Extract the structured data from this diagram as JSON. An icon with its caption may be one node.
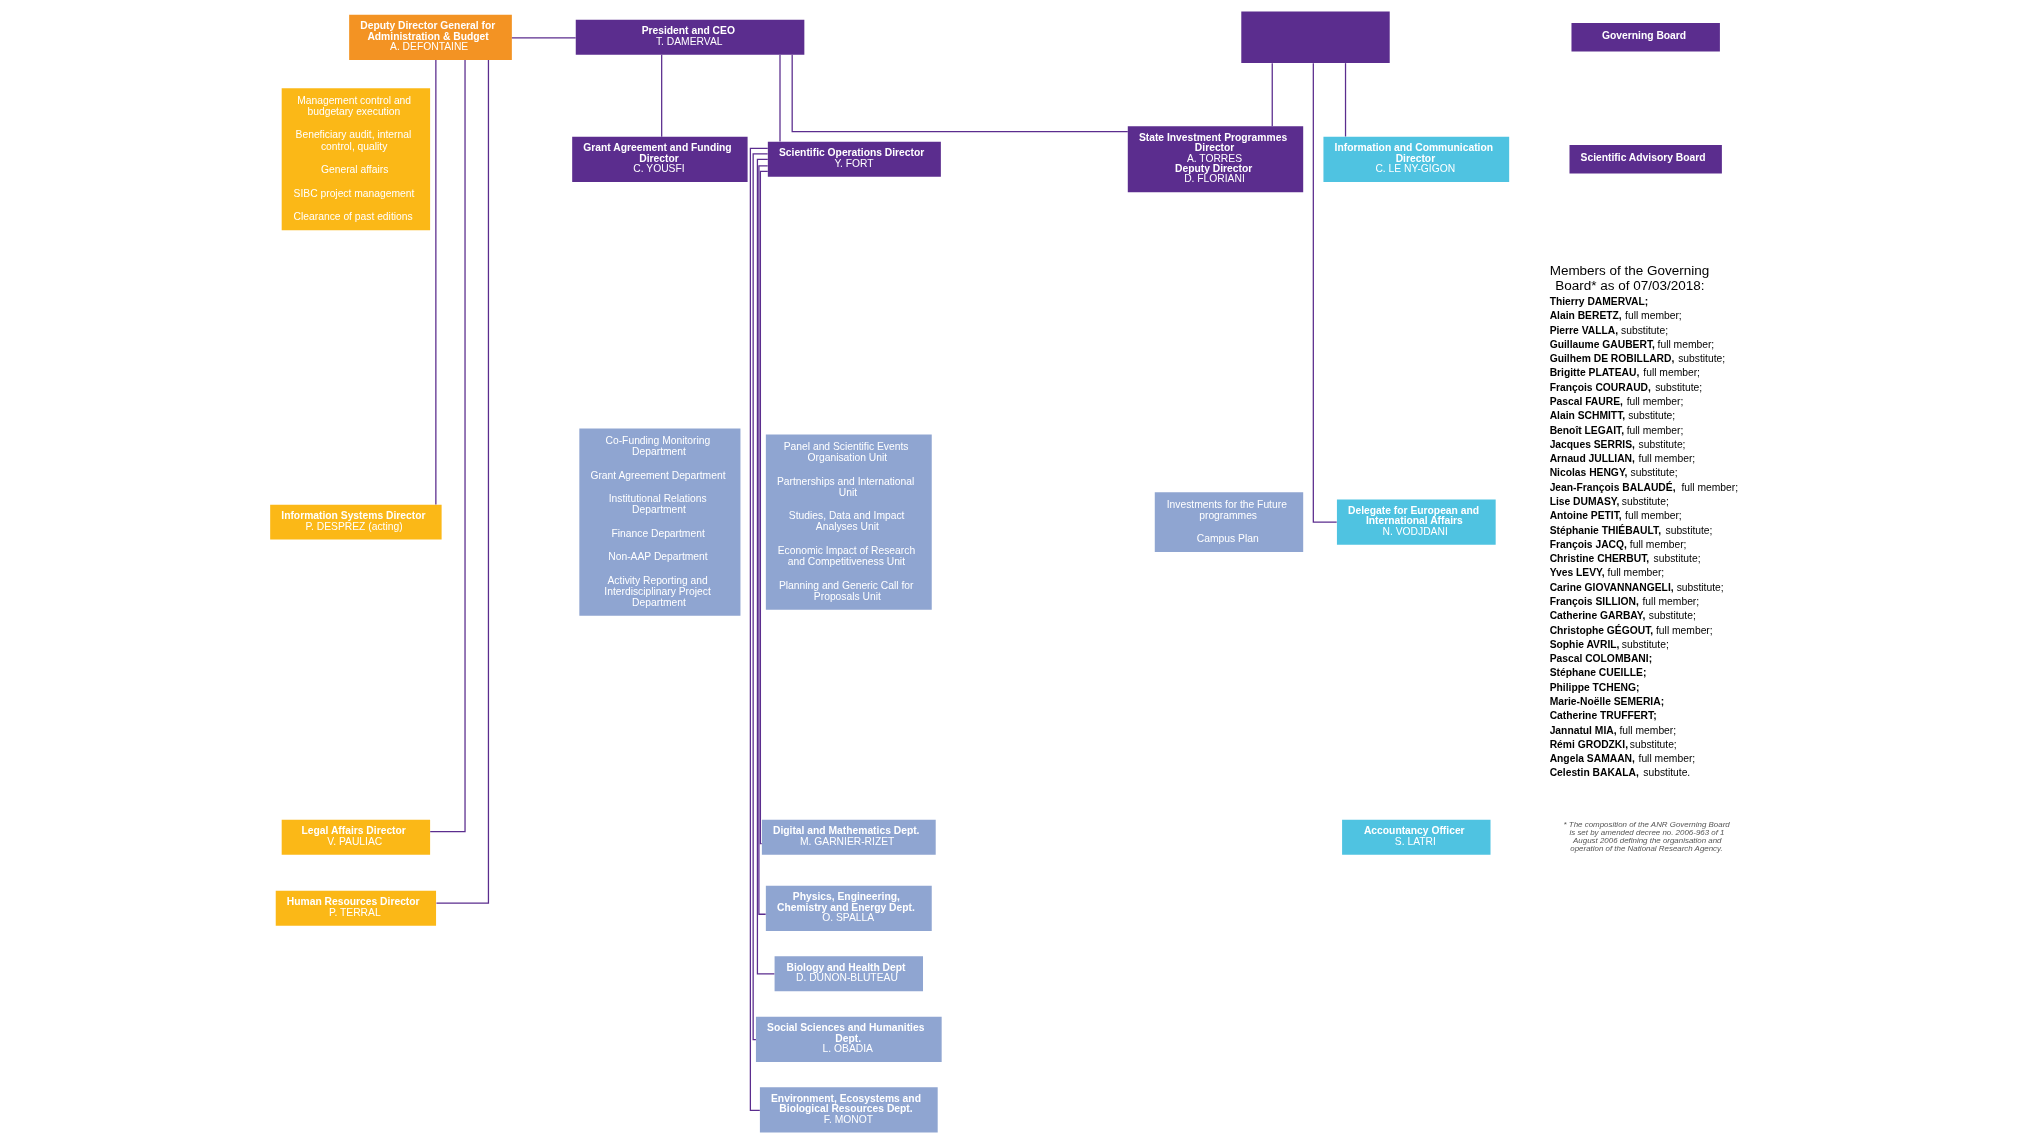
{
  "diagram": {
    "nodes": [
      {
        "text": [
          "Deputy Director General for Administration & Budget",
          "A. DEFONTAINE"
        ]
      },
      {
        "text": [
          "President and CEO",
          "T. DAMERVAL"
        ]
      },
      {
        "text": [],
        "shape": "box"
      },
      {
        "text": [
          "Governing Board"
        ]
      },
      {
        "text": [
          "Scientific Advisory Board"
        ]
      },
      {
        "text": [
          "Management control and budgetary execution",
          "Beneficiary audit, internal control, quality",
          "General affairs",
          "SIBC project management",
          "Clearance of past editions"
        ]
      },
      {
        "text": [
          "Information Systems Director",
          "P. DESPREZ (acting)"
        ]
      },
      {
        "text": [
          "Legal Affairs Director",
          "V. PAULIAC"
        ]
      },
      {
        "text": [
          "Human Resources Director",
          "P. TERRAL"
        ]
      },
      {
        "text": [
          "Grant Agreement and Funding Director",
          "C. YOUSFI"
        ]
      },
      {
        "text": [
          "Scientific Operations Director",
          "Y. FORT"
        ]
      },
      {
        "text": [
          "State Investment Programmes Director",
          "A. TORRES",
          "Deputy Director",
          "D. FLORIANI"
        ]
      },
      {
        "text": [
          "Information and Communication Director",
          "C. LE NY-GIGON"
        ]
      },
      {
        "text": [
          "Delegate for European and International Affairs",
          "N. VODJDANI"
        ]
      },
      {
        "text": [
          "Accountancy Officer",
          "S. LATRI"
        ]
      },
      {
        "text": [
          "Co-Funding Monitoring Department",
          "Grant Agreement Department",
          "Institutional Relations Department",
          "Finance Department",
          "Non-AAP Department",
          "Activity Reporting and Interdisciplinary Project Department"
        ]
      },
      {
        "text": [
          "Panel and Scientific Events Organisation Unit",
          "Partnerships and International Unit",
          "Studies, Data and Impact Analyses Unit",
          "Economic Impact of Research and Competitiveness Unit",
          "Planning and Generic Call for Proposals Unit"
        ]
      },
      {
        "text": [
          "Investments for the Future programmes",
          "Campus Plan"
        ]
      },
      {
        "text": [
          "Digital and Mathematics Dept.",
          "M. GARNIER-RIZET"
        ]
      },
      {
        "text": [
          "Physics, Engineering, Chemistry and Energy Dept.",
          "O. SPALLA"
        ]
      },
      {
        "text": [
          "Biology and Health Dept",
          "D. DUNON-BLUTEAU"
        ]
      },
      {
        "text": [
          "Social Sciences and Humanities Dept.",
          "L. OBADIA"
        ]
      },
      {
        "text": [
          "Environment, Ecosystems and Biological Resources Dept.",
          "F. MONOT"
        ]
      }
    ],
    "edges": [
      {
        "from": 0,
        "to": 1,
        "arrow": "none"
      },
      {
        "from": 0,
        "to": 6,
        "arrow": "none"
      },
      {
        "from": 0,
        "to": 7,
        "arrow": "none"
      },
      {
        "from": 0,
        "to": 8,
        "arrow": "none"
      },
      {
        "from": 1,
        "to": 9,
        "arrow": "none"
      },
      {
        "from": 1,
        "to": 10,
        "arrow": "none"
      },
      {
        "from": 1,
        "to": 11,
        "arrow": "none"
      },
      {
        "from": 2,
        "to": 11,
        "arrow": "none"
      },
      {
        "from": 2,
        "to": 12,
        "arrow": "none"
      },
      {
        "from": 2,
        "to": 13,
        "arrow": "none"
      },
      {
        "from": 10,
        "to": 18,
        "arrow": "none"
      },
      {
        "from": 10,
        "to": 19,
        "arrow": "none"
      },
      {
        "from": 10,
        "to": 20,
        "arrow": "none"
      },
      {
        "from": 10,
        "to": 21,
        "arrow": "none"
      },
      {
        "from": 10,
        "to": 22,
        "arrow": "none"
      }
    ],
    "labels": [
      "Members of the Governing Board* as of 07/03/2018:",
      "**Thierry DAMERVAL;**",
      "**Alain BERETZ,** full member;",
      "**Pierre VALLA,** substitute;",
      "**Guillaume GAUBERT,** full member;",
      "**Guilhem DE ROBILLARD,** substitute;",
      "**Brigitte PLATEAU,** full member;",
      "**François COURAUD,** substitute;",
      "**Pascal FAURE,** full member;",
      "**Alain SCHMITT,** substitute;",
      "**Benoît LEGAIT,** full member;",
      "**Jacques SERRIS,** substitute;",
      "**Arnaud JULLIAN,** full member;",
      "**Nicolas HENGY,** substitute;",
      "**Jean-François BALAUDÉ,** full member;",
      "**Lise DUMASY,** substitute;",
      "**Antoine PETIT,** full member;",
      "**Stéphanie THIÉBAULT,** substitute;",
      "**François JACQ,** full member;",
      "**Christine CHERBUT,** substitute;",
      "**Yves LEVY,** full member;",
      "**Carine GIOVANNANGELI,** substitute;",
      "**François SILLION,** full member;",
      "**Catherine GARBAY,** substitute;",
      "**Christophe GÉGOUT,** full member;",
      "**Sophie AVRIL,** substitute;",
      "**Pascal COLOMBANI;**",
      "**Stéphane CUEILLE;**",
      "**Philippe TCHENG;**",
      "**Marie-Noëlle SEMERIA;**",
      "**Catherine TRUFFERT;**",
      "**Jannatul MIA,** full member;",
      "**Rémi GRODZKI,** substitute;",
      "**Angela SAMAAN,** full member;",
      "**Celestin BAKALA,** substitute.",
      "* The composition of the ANR Governing Board is set by amended decree no. 2006-963 of 1 August 2006 defining the organisation and operation of the National Research Agency."
    ]
  }
}
